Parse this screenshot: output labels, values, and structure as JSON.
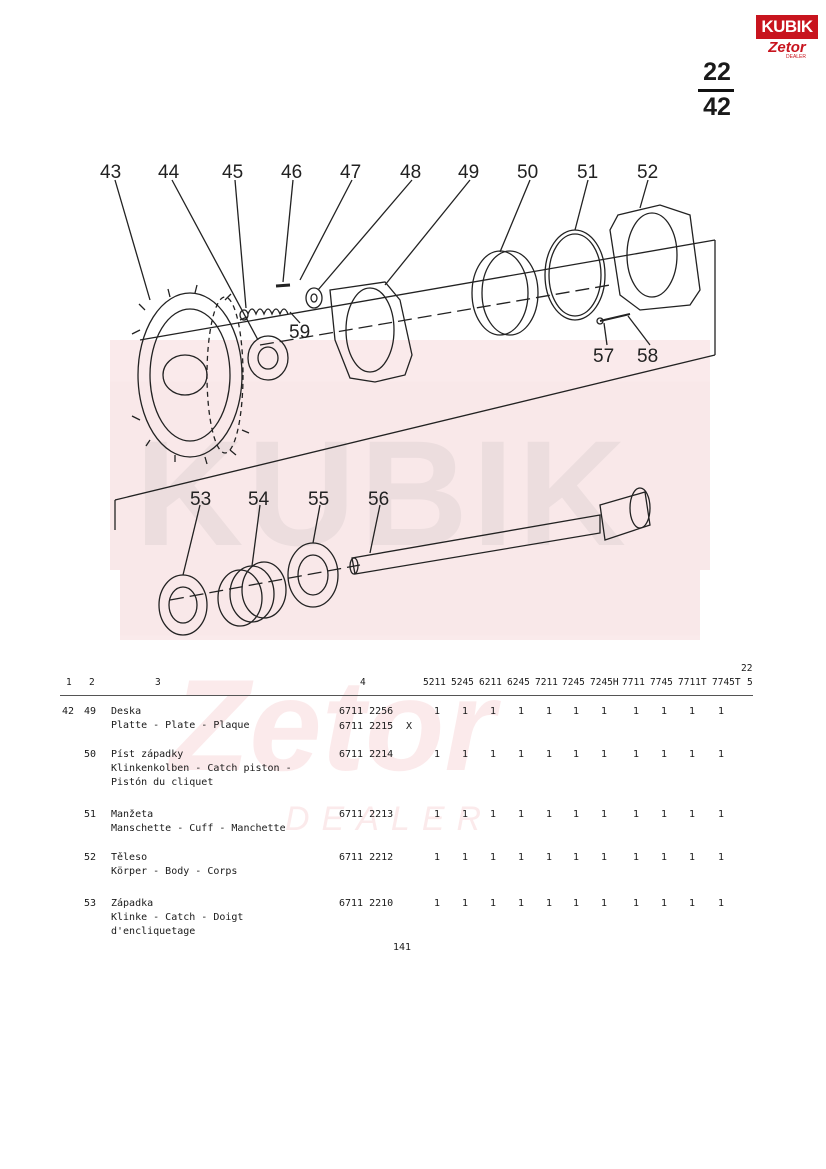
{
  "logo": {
    "brand_top": "KUBIK",
    "brand_bottom": "Zetor",
    "dealer": "DEALER"
  },
  "page": {
    "group": "22",
    "sheet": "42"
  },
  "watermark": {
    "brand_top": "KUBIK",
    "brand_bottom": "Zetor",
    "dealer": "DEALER"
  },
  "diagram": {
    "callouts": [
      "43",
      "44",
      "45",
      "46",
      "47",
      "48",
      "49",
      "50",
      "51",
      "52",
      "59",
      "57",
      "58",
      "53",
      "54",
      "55",
      "56"
    ]
  },
  "table": {
    "group_label": "22",
    "columns": {
      "c1": "1",
      "c2": "2",
      "c3": "3",
      "c4": "4",
      "c5": "5"
    },
    "models": [
      "5211",
      "5245",
      "6211",
      "6245",
      "7211",
      "7245",
      "7245H",
      "7711",
      "7745",
      "7711T",
      "7745T"
    ],
    "rows": [
      {
        "group": "42",
        "pos": "49",
        "lines": [
          "Deska",
          "Platte - Plate - Plaque"
        ],
        "parts": [
          "6711 2256",
          "6711 2215"
        ],
        "mark": "X",
        "qty": [
          "1",
          "1",
          "1",
          "1",
          "1",
          "1",
          "1",
          "1",
          "1",
          "1",
          "1"
        ]
      },
      {
        "group": "",
        "pos": "50",
        "lines": [
          "Píst západky",
          "Klinkenkolben - Catch piston - Pistón du cliquet"
        ],
        "parts": [
          "6711 2214"
        ],
        "mark": "",
        "qty": [
          "1",
          "1",
          "1",
          "1",
          "1",
          "1",
          "1",
          "1",
          "1",
          "1",
          "1"
        ]
      },
      {
        "group": "",
        "pos": "51",
        "lines": [
          "Manžeta",
          "Manschette - Cuff - Manchette"
        ],
        "parts": [
          "6711 2213"
        ],
        "mark": "",
        "qty": [
          "1",
          "1",
          "1",
          "1",
          "1",
          "1",
          "1",
          "1",
          "1",
          "1",
          "1"
        ]
      },
      {
        "group": "",
        "pos": "52",
        "lines": [
          "Těleso",
          "Körper - Body - Corps"
        ],
        "parts": [
          "6711 2212"
        ],
        "mark": "",
        "qty": [
          "1",
          "1",
          "1",
          "1",
          "1",
          "1",
          "1",
          "1",
          "1",
          "1",
          "1"
        ]
      },
      {
        "group": "",
        "pos": "53",
        "lines": [
          "Západka",
          "Klinke - Catch - Doigt d'encliquetage"
        ],
        "parts": [
          "6711 2210"
        ],
        "mark": "",
        "qty": [
          "1",
          "1",
          "1",
          "1",
          "1",
          "1",
          "1",
          "1",
          "1",
          "1",
          "1"
        ]
      }
    ]
  },
  "footer": {
    "page_number": "141"
  }
}
